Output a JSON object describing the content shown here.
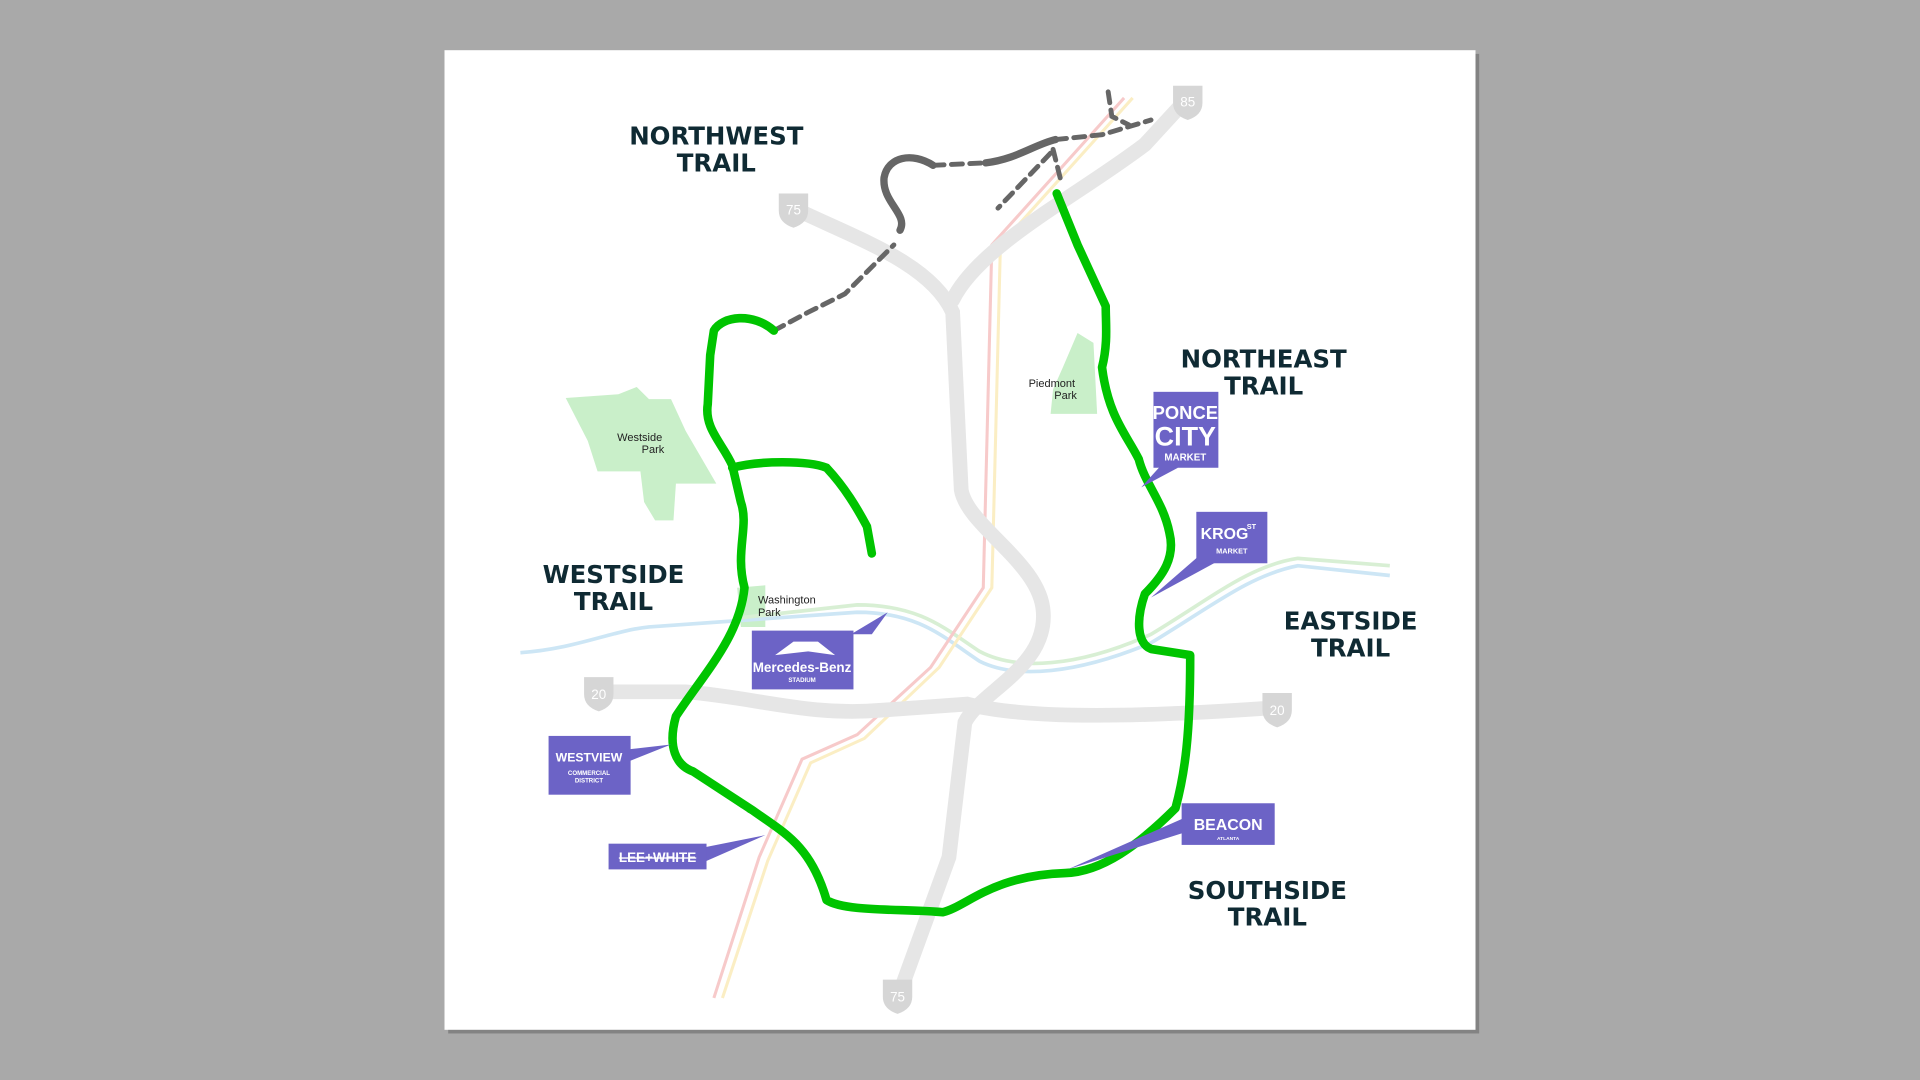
{
  "map": {
    "trails": [
      {
        "name_line1": "NORTHWEST",
        "name_line2": "TRAIL"
      },
      {
        "name_line1": "NORTHEAST",
        "name_line2": "TRAIL"
      },
      {
        "name_line1": "WESTSIDE",
        "name_line2": "TRAIL"
      },
      {
        "name_line1": "EASTSIDE",
        "name_line2": "TRAIL"
      },
      {
        "name_line1": "SOUTHSIDE",
        "name_line2": "TRAIL"
      }
    ],
    "parks": [
      {
        "line1": "Westside",
        "line2": "Park"
      },
      {
        "line1": "Piedmont",
        "line2": "Park"
      },
      {
        "line1": "Washington",
        "line2": "Park"
      }
    ],
    "highways": [
      "75",
      "85",
      "20",
      "20",
      "75"
    ],
    "landmarks": {
      "ponce": {
        "line1": "PONCE",
        "line2": "CITY",
        "line3": "MARKET"
      },
      "krog": {
        "line1": "KROG",
        "line2": "ST",
        "line3": "MARKET"
      },
      "mercedes": {
        "line1": "Mercedes-Benz",
        "line2": "STADIUM"
      },
      "westview": {
        "line1": "WESTVIEW",
        "line2": "COMMERCIAL",
        "line3": "DISTRICT"
      },
      "leewhite": {
        "line1": "LEE+WHITE"
      },
      "beacon": {
        "line1": "BEACON",
        "line2": "ATLANTA"
      }
    },
    "colors": {
      "trail": "#00c400",
      "planned": "#666666",
      "landmark": "#6c63c6",
      "park": "#c9efc9",
      "label": "#0f2a33"
    }
  }
}
